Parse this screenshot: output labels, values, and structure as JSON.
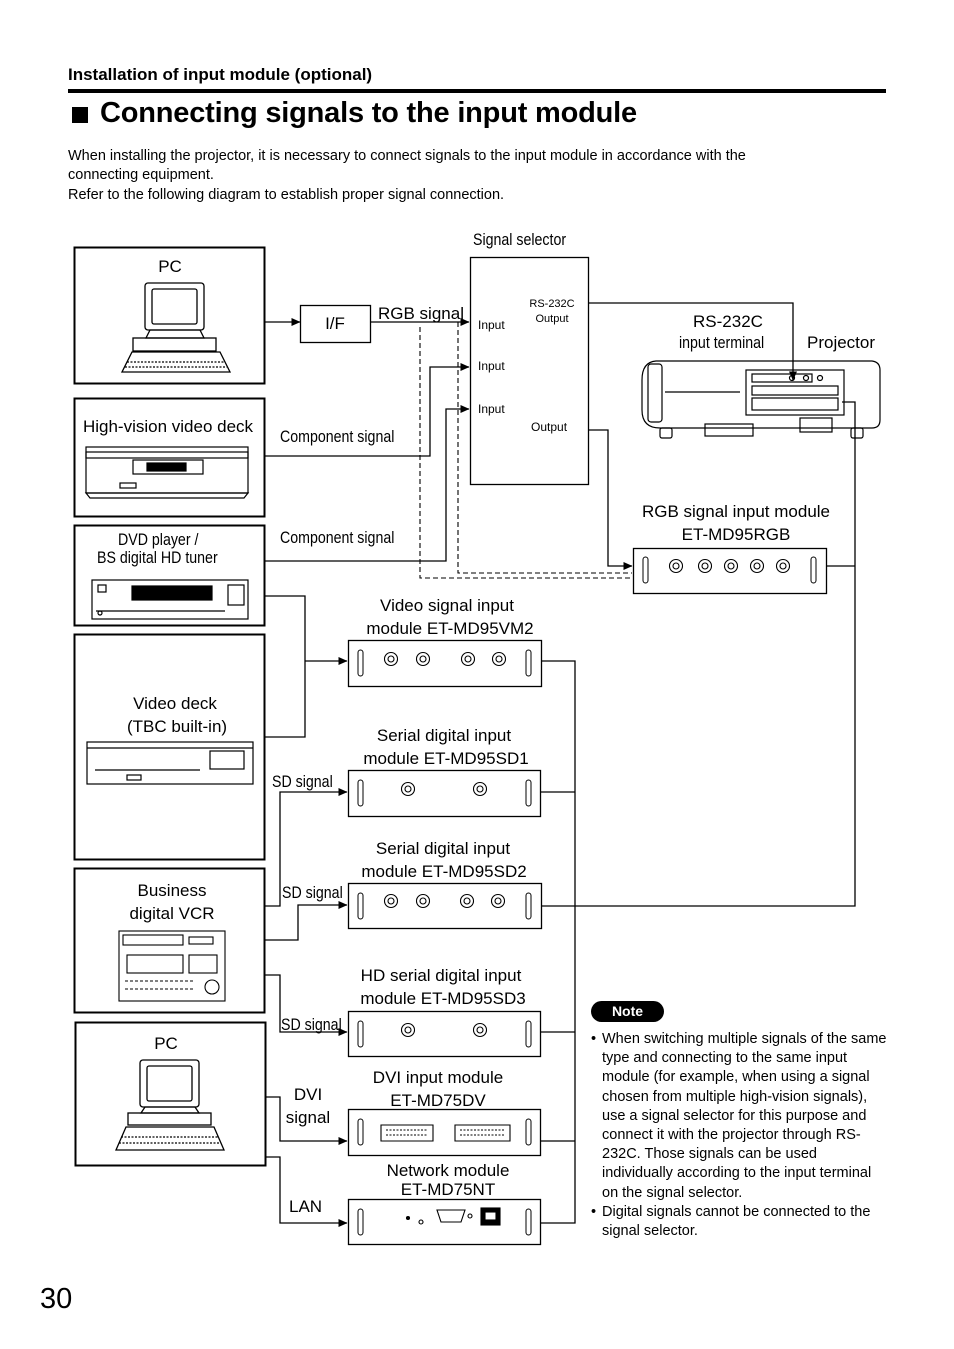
{
  "header": {
    "section": "Installation of input module (optional)",
    "title": "Connecting signals to the input module"
  },
  "intro": {
    "line1": "When installing the projector, it is necessary to connect signals to the input module in accordance with the",
    "line2": "connecting equipment.",
    "line3": "Refer to the following diagram to establish proper signal connection."
  },
  "devices": {
    "pc_top": "PC",
    "hivision": "High-vision video deck",
    "dvd_line1": "DVD player /",
    "dvd_line2": "BS digital HD tuner",
    "videodeck_line1": "Video deck",
    "videodeck_line2": "(TBC built-in)",
    "business_line1": "Business",
    "business_line2": "digital VCR",
    "pc_bottom": "PC"
  },
  "selector": {
    "title": "Signal selector",
    "input1": "Input",
    "input2": "Input",
    "input3": "Input",
    "rs232c_output_line1": "RS-232C",
    "rs232c_output_line2": "Output",
    "output": "Output",
    "if_box": "I/F"
  },
  "signals": {
    "rgb": "RGB signal",
    "component1": "Component signal",
    "component2": "Component signal",
    "sd1": "SD signal",
    "sd2": "SD signal",
    "sd3": "SD signal",
    "dvi_line1": "DVI",
    "dvi_line2": "signal",
    "lan": "LAN"
  },
  "projector": {
    "label": "Projector",
    "rs232c_line1": "RS-232C",
    "rs232c_line2": "input terminal"
  },
  "modules": {
    "rgb_line1": "RGB signal input module",
    "rgb_line2": "ET-MD95RGB",
    "vm2_line1": "Video signal input",
    "vm2_line2": "module ET-MD95VM2",
    "sd1_line1": "Serial digital input",
    "sd1_line2": "module ET-MD95SD1",
    "sd2_line1": "Serial digital input",
    "sd2_line2": "module ET-MD95SD2",
    "sd3_line1": "HD serial digital input",
    "sd3_line2": "module ET-MD95SD3",
    "dvi_line1": "DVI input module",
    "dvi_line2": "ET-MD75DV",
    "nt_line1": "Network module",
    "nt_line2": "ET-MD75NT"
  },
  "note": {
    "badge": "Note",
    "items": [
      "When switching multiple signals of the same type and connecting to the same input module (for example, when using a signal chosen from multiple high-vision signals), use a signal selector for this purpose and connect it with the projector through RS-232C. Those signals can be used individually according to the input terminal on the signal selector.",
      "Digital signals cannot be connected to the signal selector."
    ]
  },
  "page_number": "30"
}
